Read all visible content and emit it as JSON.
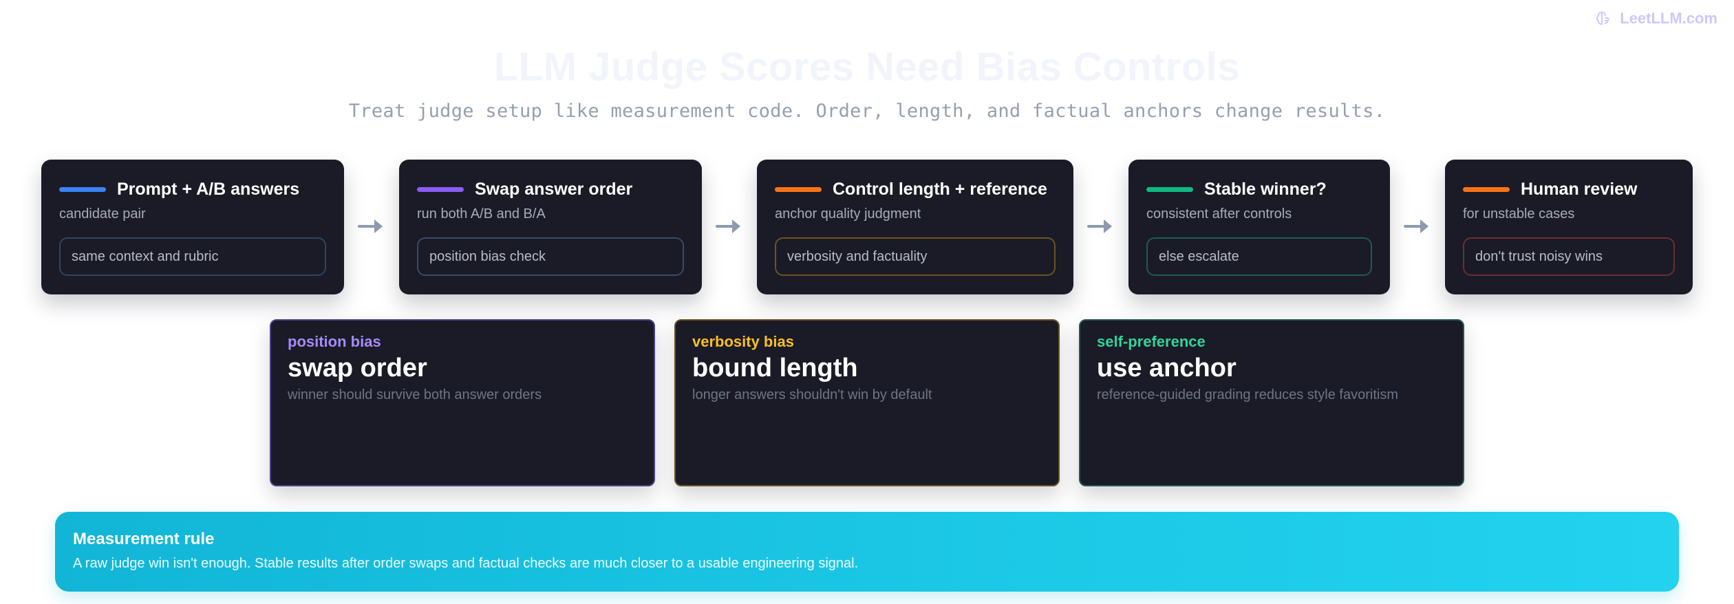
{
  "brand": {
    "name": "LeetLLM.com",
    "icon": "brain-icon",
    "color": "#cfc6ff"
  },
  "header": {
    "title": "LLM Judge Scores Need Bias Controls",
    "subtitle": "Treat judge setup like measurement code. Order, length, and factual anchors change results."
  },
  "flow": [
    {
      "title": "Prompt + A/B answers",
      "sub": "candidate pair",
      "pill": "same context and rubric",
      "accent": "#3b82f6",
      "pill_border": "#2f4566"
    },
    {
      "title": "Swap answer order",
      "sub": "run both A/B and B/A",
      "pill": "position bias check",
      "accent": "#8b5cf6",
      "pill_border": "#3a4a6a"
    },
    {
      "title": "Control length + reference",
      "sub": "anchor quality judgment",
      "pill": "verbosity and factuality",
      "accent": "#f97316",
      "pill_border": "#6a5520"
    },
    {
      "title": "Stable winner?",
      "sub": "consistent after controls",
      "pill": "else escalate",
      "accent": "#10b981",
      "pill_border": "#1f5a58"
    },
    {
      "title": "Human review",
      "sub": "for unstable cases",
      "pill": "don't trust noisy wins",
      "accent": "#f97316",
      "pill_border": "#6a3030"
    }
  ],
  "bias_cards": [
    {
      "tag": "position bias",
      "title": "swap order",
      "desc": "winner should survive both answer orders",
      "tag_color": "#a78bfa",
      "border": "#4b3f8a"
    },
    {
      "tag": "verbosity bias",
      "title": "bound length",
      "desc": "longer answers shouldn't win by default",
      "tag_color": "#fbbf24",
      "border": "#6b5220"
    },
    {
      "tag": "self-preference",
      "title": "use anchor",
      "desc": "reference-guided grading reduces style favoritism",
      "tag_color": "#34d399",
      "border": "#1f5a52"
    }
  ],
  "banner": {
    "title": "Measurement rule",
    "text": "A raw judge win isn't enough. Stable results after order swaps and factual checks are much closer to a usable engineering signal."
  }
}
